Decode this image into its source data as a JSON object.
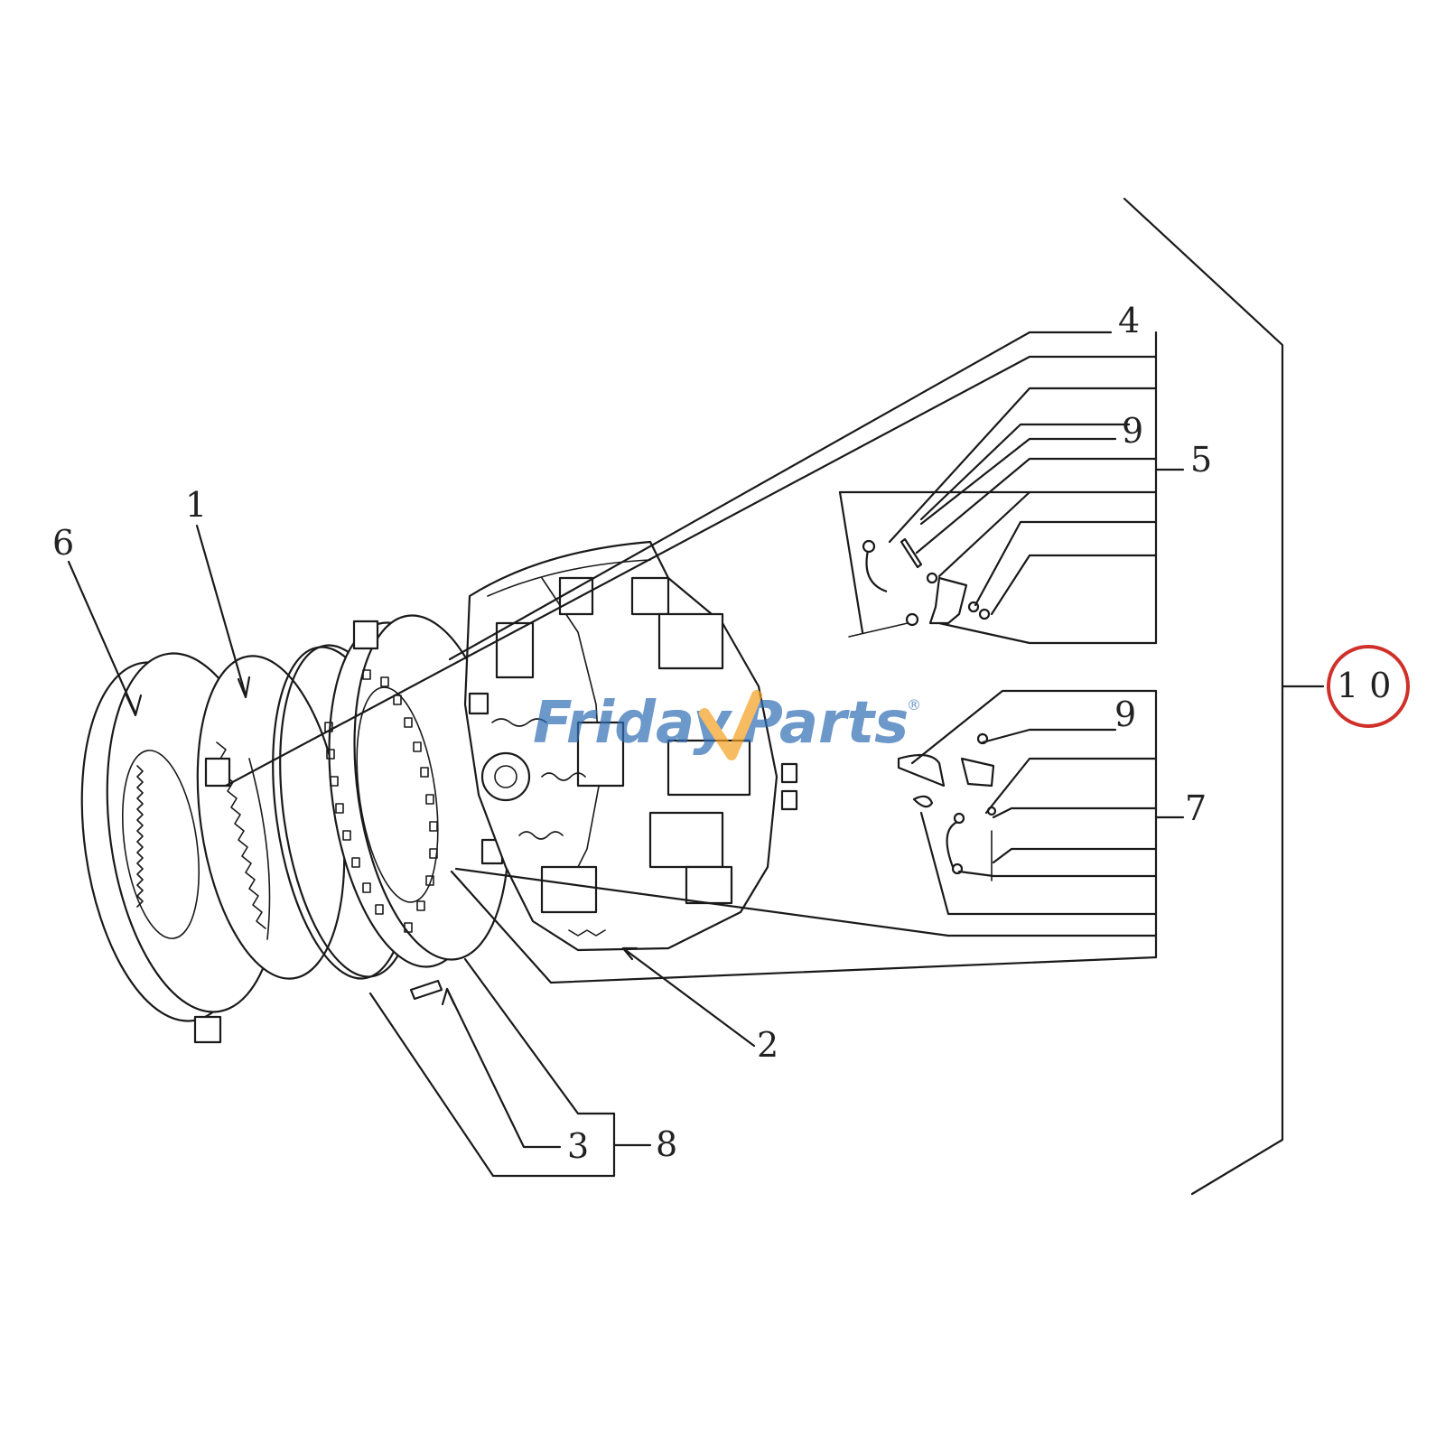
{
  "callouts": {
    "c1": "1",
    "c2": "2",
    "c3": "3",
    "c4": "4",
    "c5": "5",
    "c6": "6",
    "c7": "7",
    "c8": "8",
    "c9a": "9",
    "c9b": "9",
    "c10": "1 0"
  },
  "watermark": {
    "text_left": "Friday",
    "text_right": "Parts",
    "registered": "®",
    "color_primary": "#2f6db5",
    "color_accent": "#f4a020"
  },
  "colors": {
    "line": "#1a1a1a",
    "highlight_circle": "#d0302a"
  }
}
